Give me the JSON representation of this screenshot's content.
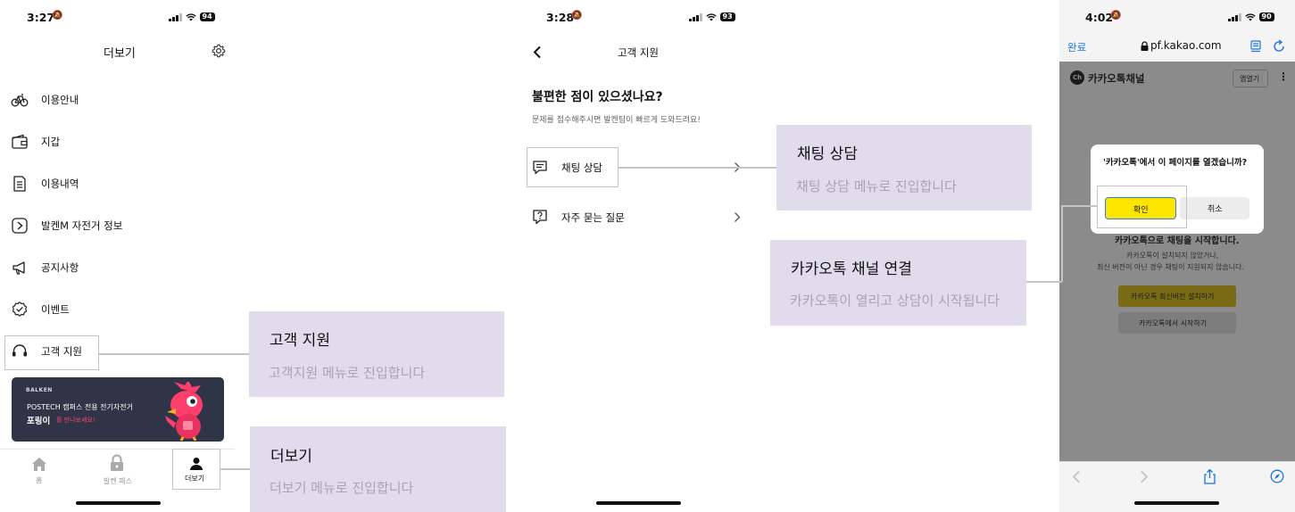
{
  "screen1": {
    "status": {
      "time": "3:27",
      "battery": "94"
    },
    "header_title": "더보기",
    "menu": [
      {
        "label": "이용안내",
        "icon": "bicycle-icon"
      },
      {
        "label": "지갑",
        "icon": "wallet-icon"
      },
      {
        "label": "이용내역",
        "icon": "document-icon"
      },
      {
        "label": "발켄M 자전거 정보",
        "icon": "balken-logo-icon"
      },
      {
        "label": "공지사항",
        "icon": "megaphone-icon"
      },
      {
        "label": "이벤트",
        "icon": "badge-check-icon"
      },
      {
        "label": "고객 지원",
        "icon": "headset-icon"
      }
    ],
    "banner": {
      "brand": "BALKEN",
      "line1": "POSTECH 캠퍼스 전용 전기자전거",
      "line2_bold": "포링이",
      "line2_rest": "를 만나보세요!"
    },
    "tabs": [
      {
        "label": "홈",
        "icon": "home-icon"
      },
      {
        "label": "발켄 패스",
        "icon": "lock-icon"
      },
      {
        "label": "더보기",
        "icon": "person-icon"
      }
    ]
  },
  "screen2": {
    "status": {
      "time": "3:28",
      "battery": "93"
    },
    "header_title": "고객 지원",
    "heading": "불편한 점이 있으셨나요?",
    "subheading": "문제를 접수해주시면 발켄팀이 빠르게 도와드려요!",
    "items": [
      {
        "label": "채팅 상담",
        "icon": "chat-icon"
      },
      {
        "label": "자주 묻는 질문",
        "icon": "question-icon"
      }
    ]
  },
  "screen3": {
    "status": {
      "time": "4:02",
      "battery": "90"
    },
    "done_label": "완료",
    "url": "pf.kakao.com",
    "channel_name": "카카오톡채널",
    "open_app_label": "앱열기",
    "dialog": {
      "message": "'카카오톡'에서 이 페이지를 열겠습니까?",
      "confirm": "확인",
      "cancel": "취소"
    },
    "page": {
      "title": "카카오톡으로 채팅을 시작합니다.",
      "desc1": "카카오톡이 설치되지 않았거나,",
      "desc2": "최신 버전이 아닌 경우 채팅이 지원되지 않습니다.",
      "install_button": "카카오톡 최신버전 설치하기",
      "start_button": "카카오톡에서 시작하기"
    }
  },
  "callouts": {
    "customer_support": {
      "title": "고객 지원",
      "desc": "고객지원 메뉴로 진입합니다"
    },
    "more": {
      "title": "더보기",
      "desc": "더보기 메뉴로 진입합니다"
    },
    "chat": {
      "title": "채팅 상담",
      "desc": "채팅 상담 메뉴로 진입합니다"
    },
    "kakao": {
      "title": "카카오톡 채널 연결",
      "desc": "카카오톡이 열리고  상담이 시작됩니다"
    }
  },
  "colors": {
    "callout_bg": "#e1dcec",
    "kakao_yellow": "#fee500",
    "ios_blue": "#1a73e8",
    "banner_bg": "#303447",
    "banner_accent": "#ff3e6c"
  }
}
